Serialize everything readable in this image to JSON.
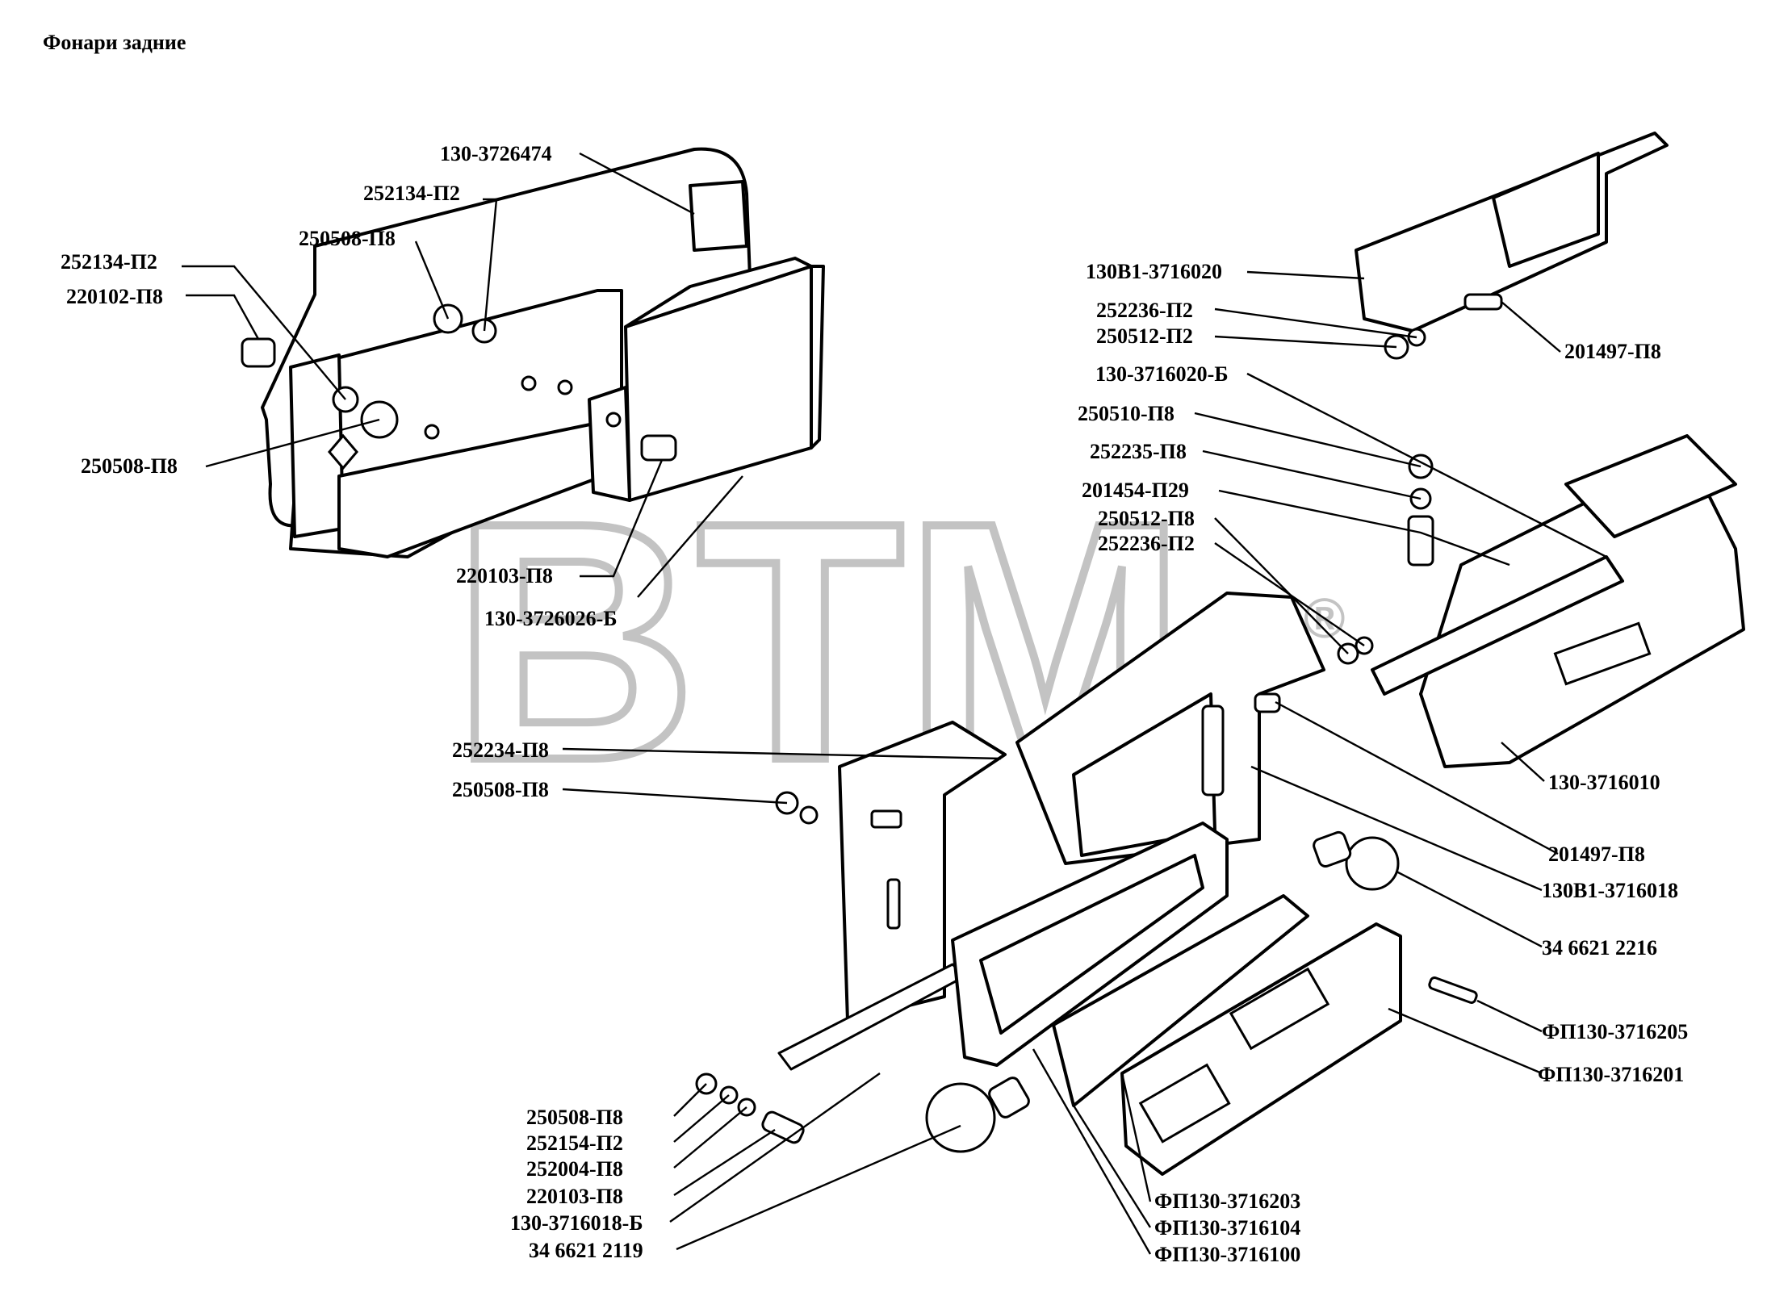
{
  "title": "Фонари задние",
  "watermark": {
    "text": "BTM",
    "mark": "®"
  },
  "labels": {
    "l01": "130-3726474",
    "l02": "252134-П2",
    "l03": "250508-П8",
    "l04": "252134-П2",
    "l05": "220102-П8",
    "l06": "250508-П8",
    "l07": "220103-П8",
    "l08": "130-3726026-Б",
    "l09": "130В1-3716020",
    "l10": "252236-П2",
    "l11": "250512-П2",
    "l12": "201497-П8",
    "l13": "130-3716020-Б",
    "l14": "250510-П8",
    "l15": "252235-П8",
    "l16": "201454-П29",
    "l17": "250512-П8",
    "l18": "252236-П2",
    "l19": "130-3716010",
    "l20": "252234-П8",
    "l21": "250508-П8",
    "l22": "201497-П8",
    "l23": "130В1-3716018",
    "l24": "34 6621 2216",
    "l25": "ФП130-3716205",
    "l26": "ФП130-3716201",
    "l27": "250508-П8",
    "l28": "252154-П2",
    "l29": "252004-П8",
    "l30": "220103-П8",
    "l31": "130-3716018-Б",
    "l32": "34 6621 2119",
    "l33": "ФП130-3716203",
    "l34": "ФП130-3716104",
    "l35": "ФП130-3716100"
  }
}
